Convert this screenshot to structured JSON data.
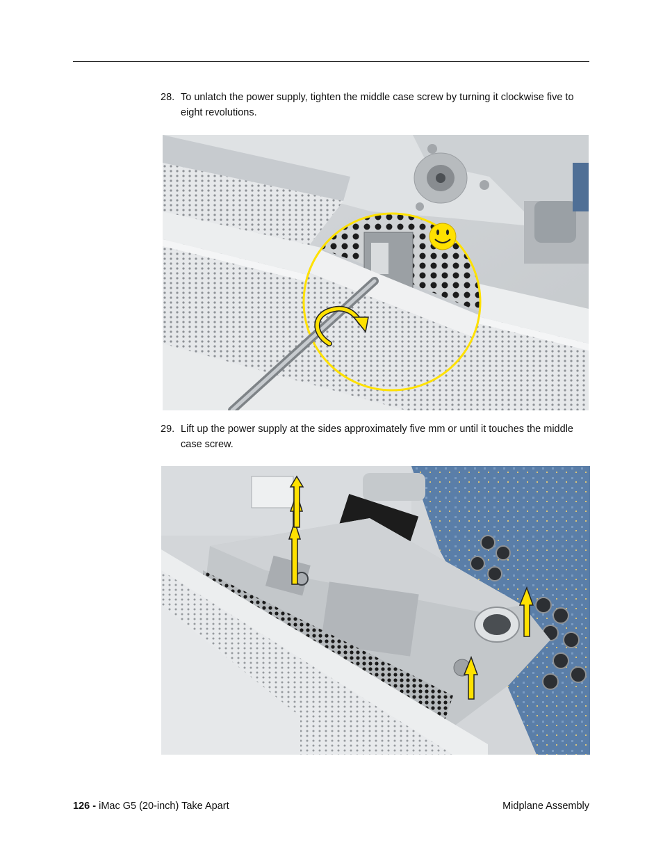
{
  "steps": [
    {
      "number": "28.",
      "text": "To unlatch the power supply, tighten the middle case screw by turning it clockwise five to eight revolutions."
    },
    {
      "number": "29.",
      "text": "Lift up the power supply at the sides approximately five mm or until it touches the middle case screw."
    }
  ],
  "footer": {
    "page_number": "126 -",
    "doc_title": "iMac G5 (20-inch)  Take Apart",
    "section": "Midplane Assembly"
  },
  "colors": {
    "highlight_yellow": "#ffe100",
    "metal_gray": "#c9cdd0",
    "board_blue": "#5a7ea8"
  }
}
